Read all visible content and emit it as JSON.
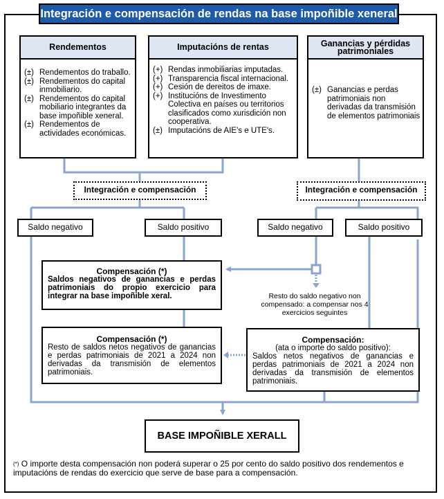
{
  "title": "Integración e compensación de rendas na base impoñible xeneral",
  "rendementos": {
    "header": "Rendementos",
    "items": [
      {
        "sign": "(±)",
        "text": "Rendementos do traballo."
      },
      {
        "sign": "(±)",
        "text": "Rendementos do capital inmobiliario."
      },
      {
        "sign": "(±)",
        "text": "Rendementos do capital mobiliario integrantes da base impoñible xeneral."
      },
      {
        "sign": "(±)",
        "text": "Rendementos de actividades económicas."
      }
    ]
  },
  "imputacions": {
    "header": "Imputacións de rentas",
    "items": [
      {
        "sign": "(+)",
        "text": "Rendas inmobiliarias imputadas."
      },
      {
        "sign": "(+)",
        "text": "Transparencia fiscal internacional."
      },
      {
        "sign": "(+)",
        "text": "Cesión de dereitos de imaxe."
      },
      {
        "sign": "(+)",
        "text": "Institucións de Investimento Colectiva en países ou territorios clasificados como xurisdición non cooperativa."
      },
      {
        "sign": "(±)",
        "text": "Imputacións de AIE's e UTE's."
      }
    ]
  },
  "ganancias": {
    "header": "Ganancias y pérdidas patrimoniales",
    "items": [
      {
        "sign": "(±)",
        "text": "Ganancias e perdas patrimoniais non derivadas da transmisión de elementos patrimoniais"
      }
    ]
  },
  "integracion_left": "Integración e compensación",
  "integracion_right": "Integración e compensación",
  "saldos": {
    "left_negativo": "Saldo negativo",
    "left_positivo": "Saldo positivo",
    "right_negativo": "Saldo negativo",
    "right_positivo": "Saldo positivo"
  },
  "comp1": {
    "title": "Compensación (*)",
    "text": "Saldos negativos de ganancias e perdas patrimoniais do propio exercicio para integrar na base impoñible xeral."
  },
  "resto_note": "Resto do saldo negativo non compensado: a compensar nos 4 exercicios seguintes",
  "comp2": {
    "title": "Compensación (*)",
    "text": "Resto de saldos netos negativos de ganancias e perdas patrimoniais de 2021 a 2024 non derivadas da transmisión de elementos patrimoniais."
  },
  "comp3": {
    "title": "Compensación:",
    "subtitle": "(ata o importe do saldo positivo):",
    "text": "Saldos netos negativos de ganancias e perdas patrimoniais de 2021 a 2024 non derivadas da transmisión de elementos patrimoniais."
  },
  "base": "BASE IMPOÑIBLE XERALL",
  "footnote": {
    "mark": "(*)",
    "text": "O importe desta compensación non poderá superar o 25 por cento do saldo positivo dos rendementos e imputacións de rendas do exercicio que serve de base para a compensación."
  },
  "colors": {
    "title_bg": "#1d5aa8",
    "header_bg": "#dfe6f3",
    "connector": "#8aa4d0"
  }
}
